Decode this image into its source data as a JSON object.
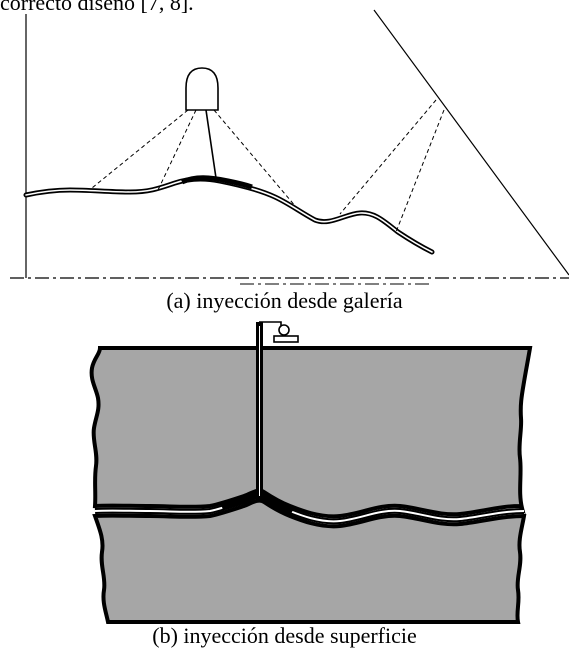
{
  "header_fragment": "correcto diseño [7, 8].",
  "panels": [
    {
      "caption": "(a) inyección desde galería"
    },
    {
      "caption": "(b) inyección desde superficie"
    }
  ],
  "colors": {
    "rock_fill": "#a6a6a6",
    "line": "#000000",
    "background": "#ffffff"
  }
}
